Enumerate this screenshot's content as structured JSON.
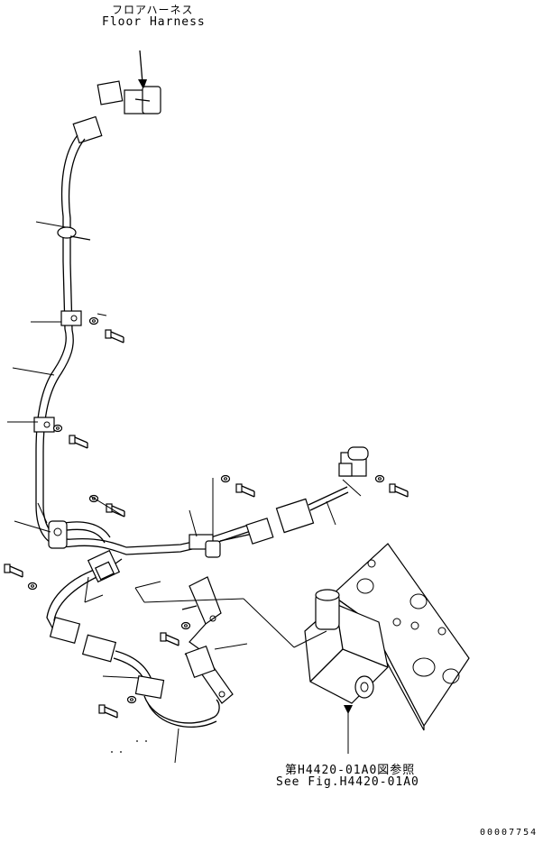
{
  "labels": {
    "floor_harness_jp": "フロアハーネス",
    "floor_harness_en": "Floor Harness",
    "ref_jp": "第H4420-01A0図参照",
    "ref_en": "See Fig.H4420-01A0",
    "drawing_number": "00007754"
  }
}
